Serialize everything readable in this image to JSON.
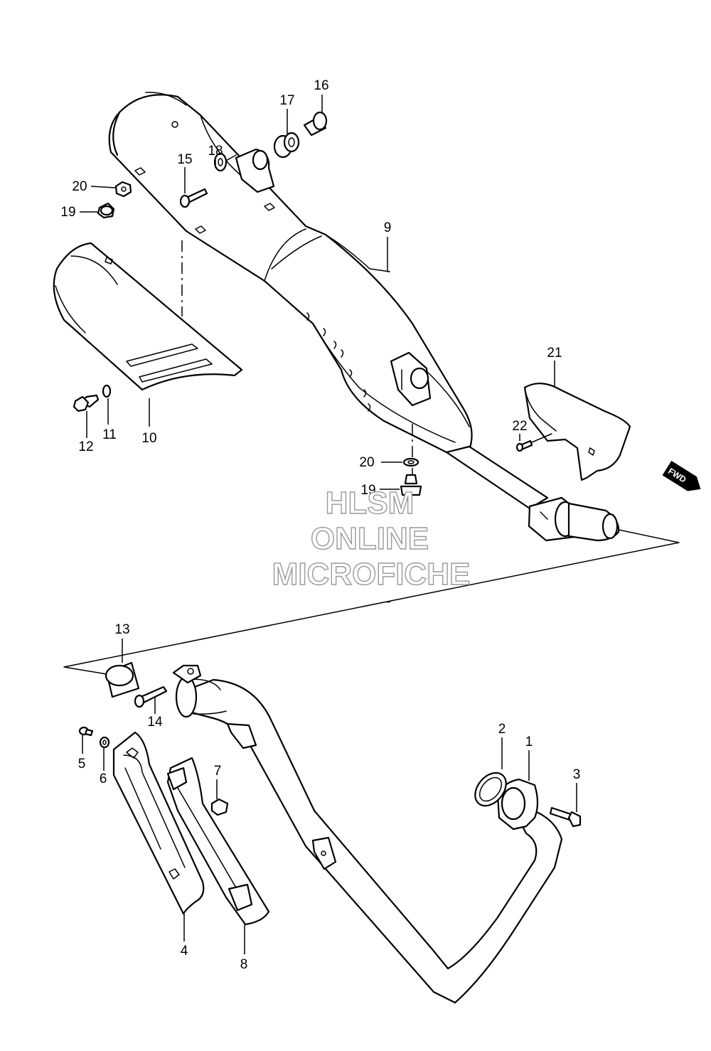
{
  "watermark": {
    "line1": "HLSM",
    "line2": "ONLINE",
    "line3": "MICROFICHE"
  },
  "direction_badge": "FWD",
  "callouts": {
    "p1": "1",
    "p2": "2",
    "p3": "3",
    "p4": "4",
    "p5": "5",
    "p6": "6",
    "p7": "7",
    "p8": "8",
    "p9": "9",
    "p10": "10",
    "p11": "11",
    "p12": "12",
    "p13": "13",
    "p14": "14",
    "p15": "15",
    "p16": "16",
    "p17": "17",
    "p18": "18",
    "p19a": "19",
    "p19b": "19",
    "p20a": "20",
    "p20b": "20",
    "p21": "21",
    "p22": "22"
  },
  "colors": {
    "line": "#000000",
    "watermark_outline": "#999999",
    "background": "#ffffff"
  }
}
